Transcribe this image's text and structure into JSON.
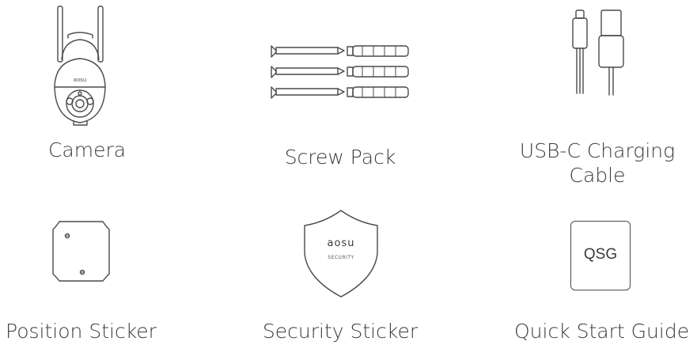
{
  "items": [
    {
      "label": "Camera"
    },
    {
      "label": "Screw Pack"
    },
    {
      "label": "USB-C Charging Cable"
    },
    {
      "label": "Position Sticker"
    },
    {
      "label": "Security Sticker"
    },
    {
      "label": "Quick Start Guide"
    }
  ],
  "camera": {
    "logo": "aosu"
  },
  "security_sticker": {
    "brand": "aosu",
    "caption": "SECURITY"
  },
  "qsg": {
    "text": "QSG"
  }
}
